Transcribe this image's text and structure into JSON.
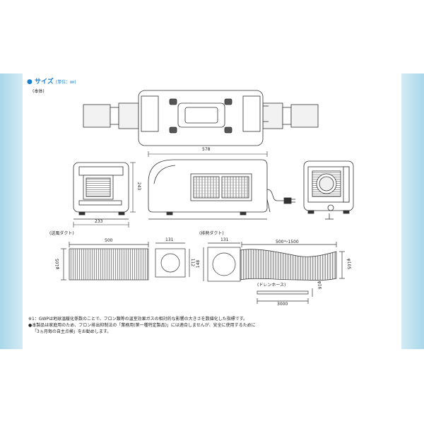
{
  "header": {
    "title": "サイズ",
    "unit": "(単位：㎜)"
  },
  "labels": {
    "body": "(本体)",
    "supply_duct": "(送風ダクト)",
    "exhaust_duct": "(排熱ダクト)",
    "drain_hose": "(ドレンホース)"
  },
  "dimensions": {
    "width": "578",
    "height": "243",
    "depth": "233",
    "supply_length": "500",
    "supply_diameter": "φ105",
    "supply_adapter_width": "131",
    "supply_adapter_height": "112",
    "exhaust_adapter_width": "131",
    "exhaust_adapter_height": "148",
    "exhaust_length": "500〜1500",
    "exhaust_diameter": "φ105",
    "drain_diameter": "φ16",
    "drain_length": "3000"
  },
  "notes": [
    "※1：GWPは地球温暖化係数のことで、フロン類等の温室効果ガスの相対的な影響の大きさを数値化した指標です。",
    "●本製品は家庭用のため、フロン排出抑制法の「業務用(第一種特定製品)」には適合しませんが、安全に使用するために",
    "「3ヵ月毎の自主点検」をお勧めします。"
  ],
  "colors": {
    "accent": "#1a7fd0",
    "band": "#a9d7e9",
    "line": "#333333"
  }
}
